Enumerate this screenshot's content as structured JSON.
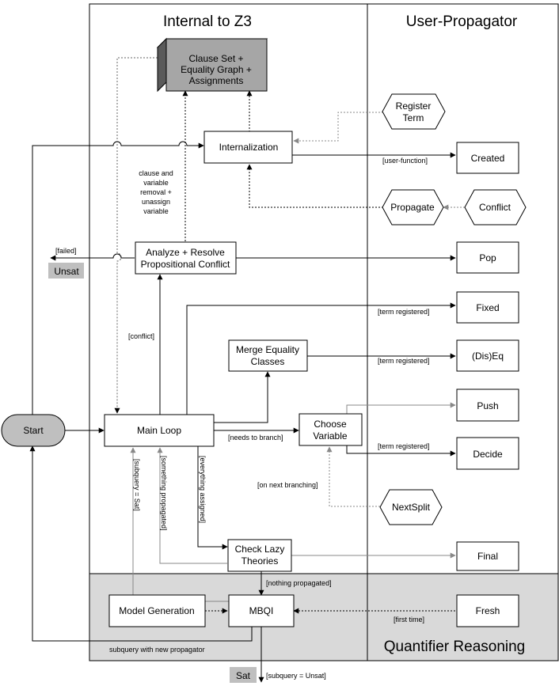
{
  "titles": {
    "internal": "Internal to Z3",
    "user": "User-Propagator",
    "quantifier": "Quantifier Reasoning"
  },
  "nodes": {
    "clause_set": [
      "Clause Set +",
      "Equality Graph +",
      "Assignments"
    ],
    "internalization": "Internalization",
    "analyze": [
      "Analyze + Resolve",
      "Propositional Conflict"
    ],
    "merge": [
      "Merge Equality",
      "Classes"
    ],
    "main_loop": "Main Loop",
    "choose": [
      "Choose",
      "Variable"
    ],
    "check_lazy": [
      "Check Lazy",
      "Theories"
    ],
    "model_gen": "Model Generation",
    "mbqi": "MBQI",
    "start": "Start",
    "unsat": "Unsat",
    "sat": "Sat",
    "register": [
      "Register",
      "Term"
    ],
    "created": "Created",
    "propagate": "Propagate",
    "conflict": "Conflict",
    "pop": "Pop",
    "fixed": "Fixed",
    "diseq": "(Dis)Eq",
    "push": "Push",
    "decide": "Decide",
    "nextsplit": "NextSplit",
    "final": "Final",
    "fresh": "Fresh"
  },
  "edge_labels": {
    "clause_removal": [
      "clause and",
      "variable",
      "removal +",
      "unassign",
      "variable"
    ],
    "user_function": "[user-function]",
    "failed": "[failed]",
    "term_registered_fixed": "[term registered]",
    "conflict": "[conflict]",
    "term_registered_eq": "[term registered]",
    "needs_to_branch": "[needs to branch]",
    "term_registered_decide": "[term registered]",
    "on_next_branching": "[on next branching]",
    "subquery_sat": "[subquery = Sat]",
    "something_propagated": "[something propagated]",
    "everything_assigned": "[everything assigned]",
    "nothing_propagated": "[nothing propagated]",
    "first_time": "[first time]",
    "subquery_new_propagator": "subquery with new propagator",
    "subquery_unsat": "[subquery = Unsat]"
  }
}
